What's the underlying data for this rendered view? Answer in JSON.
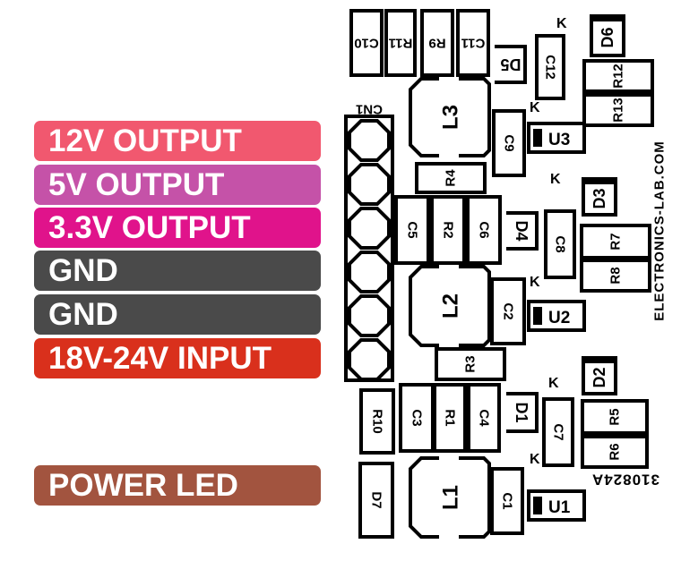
{
  "legend": [
    {
      "label": "12V OUTPUT",
      "color": "#f1586f"
    },
    {
      "label": "5V OUTPUT",
      "color": "#c552a8"
    },
    {
      "label": "3.3V OUTPUT",
      "color": "#e0138b"
    },
    {
      "label": "GND",
      "color": "#4a4a4a"
    },
    {
      "label": "GND",
      "color": "#4a4a4a"
    },
    {
      "label": "18V-24V INPUT",
      "color": "#d9301c"
    },
    {
      "label": "POWER LED",
      "color": "#a2543f"
    }
  ],
  "board": {
    "website": "ELECTRONICS-LAB.COM",
    "board_code": "310824A",
    "connector": "CN1",
    "k_mark": "K",
    "components": {
      "C10": "C10",
      "R11": "R11",
      "R9": "R9",
      "C11": "C11",
      "D5": "D5",
      "C12": "C12",
      "D6": "D6",
      "R12": "R12",
      "R13": "R13",
      "L3": "L3",
      "C9": "C9",
      "U3": "U3",
      "R4": "R4",
      "D3": "D3",
      "C5": "C5",
      "R2": "R2",
      "C6": "C6",
      "D4": "D4",
      "C8": "C8",
      "R7": "R7",
      "R8": "R8",
      "L2": "L2",
      "C2": "C2",
      "U2": "U2",
      "R3": "R3",
      "D2": "D2",
      "R10": "R10",
      "C3": "C3",
      "R1": "R1",
      "C4": "C4",
      "D1": "D1",
      "C7": "C7",
      "R5": "R5",
      "R6": "R6",
      "D7": "D7",
      "L1": "L1",
      "C1": "C1",
      "U1": "U1"
    }
  }
}
